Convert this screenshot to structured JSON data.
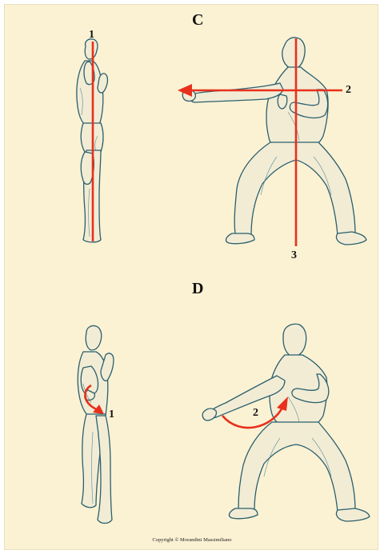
{
  "panels": {
    "c": {
      "letter": "C",
      "labels": [
        "1",
        "2",
        "3"
      ]
    },
    "d": {
      "letter": "D",
      "labels": [
        "1",
        "2"
      ]
    }
  },
  "footer": {
    "copyright": "Copyright © Morandini Massimiliano"
  },
  "colors": {
    "background": "#fbf2d3",
    "figure_line": "#2a5f6e",
    "figure_fill": "#f2ecd5",
    "indicator_red": "#e8301c"
  }
}
